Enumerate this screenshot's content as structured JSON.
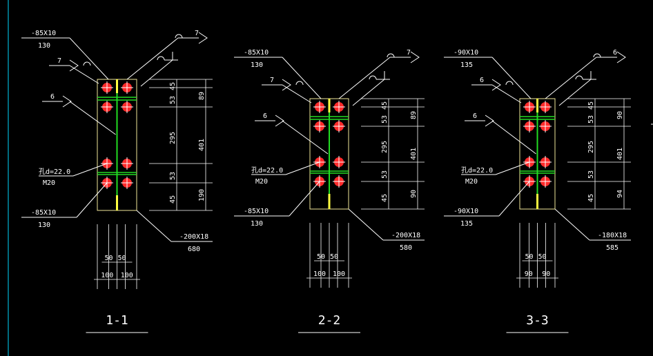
{
  "colors": {
    "background": "#000000",
    "line": "#ffffff",
    "plate": "#f2e89a",
    "weld_line": "#22dd22",
    "bolt": "#ff2a2a",
    "border": "#00d8ff"
  },
  "sections": [
    {
      "title": "1-1",
      "top_plate": {
        "size": "-85X10",
        "length": "130"
      },
      "bottom_plate": {
        "size": "-85X10",
        "length": "130"
      },
      "main_plate": {
        "size": "-200X18",
        "length": "680"
      },
      "hole_spec": "孔d=22.0",
      "bolt_spec": "M20",
      "weld_top": "7",
      "weld_left": "7",
      "weld_mid": "6",
      "dim_inner": [
        "45",
        "53",
        "295",
        "53",
        "45"
      ],
      "dim_outer": [
        "89",
        "401",
        "190"
      ],
      "dim_half": [
        "50",
        "50"
      ],
      "dim_width": [
        "100",
        "100"
      ]
    },
    {
      "title": "2-2",
      "top_plate": {
        "size": "-85X10",
        "length": "130"
      },
      "bottom_plate": {
        "size": "-85X10",
        "length": "130"
      },
      "main_plate": {
        "size": "-200X18",
        "length": "580"
      },
      "hole_spec": "孔d=22.0",
      "bolt_spec": "M20",
      "weld_top": "7",
      "weld_left": "7",
      "weld_mid": "6",
      "dim_inner": [
        "45",
        "53",
        "295",
        "53",
        "45"
      ],
      "dim_outer": [
        "89",
        "401",
        "90"
      ],
      "dim_half": [
        "50",
        "50"
      ],
      "dim_width": [
        "100",
        "100"
      ]
    },
    {
      "title": "3-3",
      "top_plate": {
        "size": "-90X10",
        "length": "135"
      },
      "bottom_plate": {
        "size": "-90X10",
        "length": "135"
      },
      "main_plate": {
        "size": "-180X18",
        "length": "585"
      },
      "hole_spec": "孔d=22.0",
      "bolt_spec": "M20",
      "weld_top": "6",
      "weld_left": "6",
      "weld_mid": "6",
      "dim_inner": [
        "45",
        "53",
        "295",
        "53",
        "45"
      ],
      "dim_outer": [
        "90",
        "401",
        "94"
      ],
      "dim_half": [
        "50",
        "50"
      ],
      "dim_width": [
        "90",
        "90"
      ]
    }
  ]
}
